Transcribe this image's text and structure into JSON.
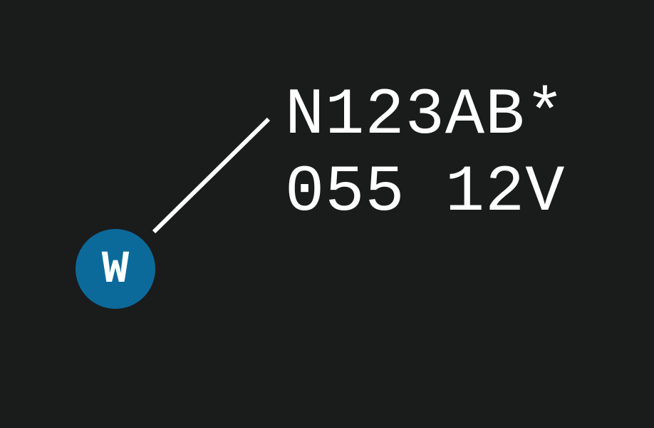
{
  "target": {
    "symbol": "W",
    "color": "#0b6a9a"
  },
  "datablock": {
    "line1": "N123AB*",
    "line2": "055 12V"
  }
}
